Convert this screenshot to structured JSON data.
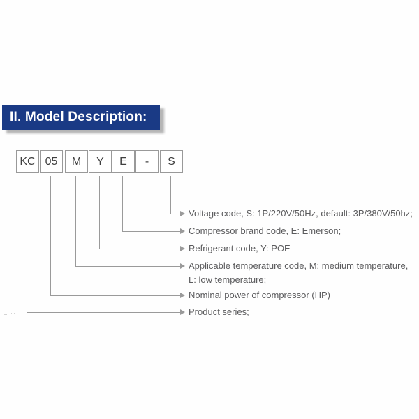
{
  "header": {
    "title": "II. Model Description:",
    "bg_color": "#1a3a85",
    "text_color": "#ffffff",
    "shadow_color": "#b5b5b5"
  },
  "model_code": {
    "boxes": [
      "KC",
      "05",
      "M",
      "Y",
      "E",
      "-",
      "S"
    ]
  },
  "descriptions": [
    {
      "code": "S",
      "text": "Voltage code, S: 1P/220V/50Hz, default: 3P/380V/50hz;"
    },
    {
      "code": "E",
      "text": "Compressor brand code, E: Emerson;"
    },
    {
      "code": "Y",
      "text": "Refrigerant code, Y: POE"
    },
    {
      "code": "M",
      "text": "Applicable temperature code, M: medium temperature, L: low temperature;"
    },
    {
      "code": "05",
      "text": "Nominal power of compressor (HP)"
    },
    {
      "code": "KC",
      "text": "Product series;"
    }
  ],
  "artifacts": {
    "left_edge_marks": "·‥ ⋯ –"
  },
  "colors": {
    "line_gray": "#9a9a9a",
    "box_border": "#999999",
    "box_text": "#404040",
    "desc_text": "#5b5b5d",
    "background": "#fefefe"
  }
}
